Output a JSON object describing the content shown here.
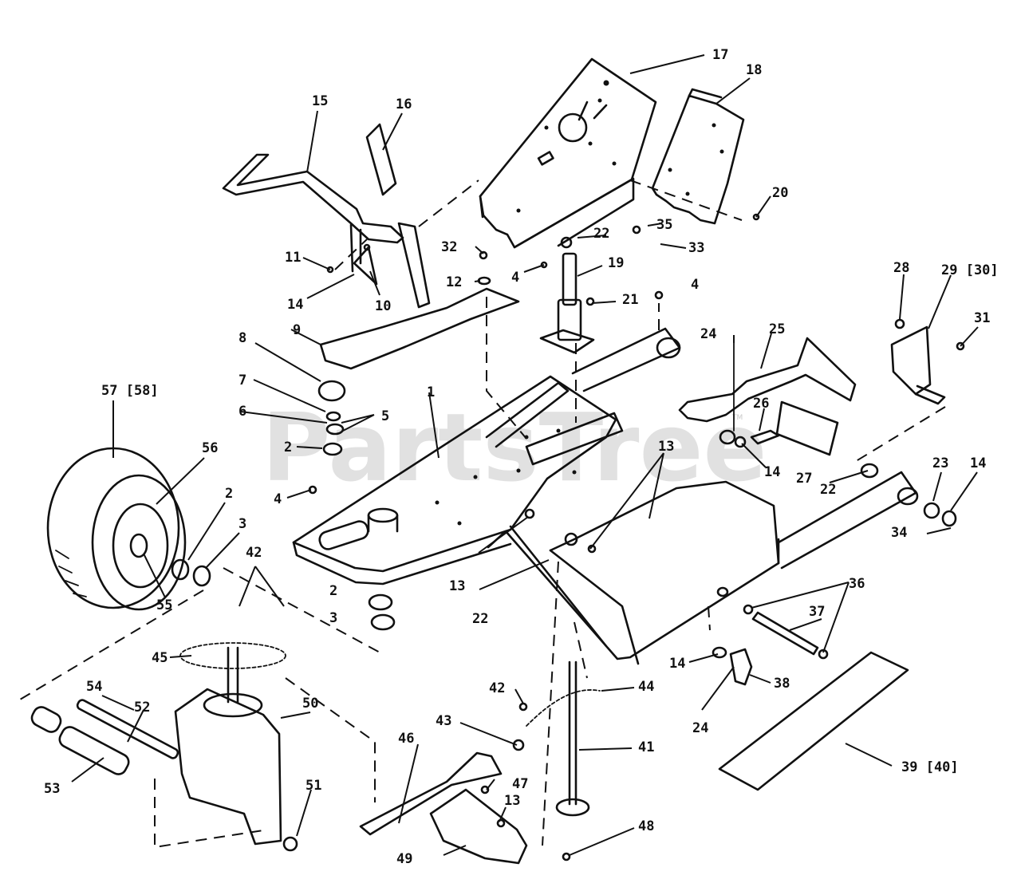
{
  "watermark": "PartsTree",
  "watermark_tm": "TM",
  "callouts": [
    {
      "id": "c1",
      "label": "1"
    },
    {
      "id": "c2a",
      "label": "2"
    },
    {
      "id": "c2b",
      "label": "2"
    },
    {
      "id": "c2c",
      "label": "2"
    },
    {
      "id": "c3a",
      "label": "3"
    },
    {
      "id": "c3b",
      "label": "3"
    },
    {
      "id": "c4a",
      "label": "4"
    },
    {
      "id": "c4b",
      "label": "4"
    },
    {
      "id": "c4c",
      "label": "4"
    },
    {
      "id": "c5",
      "label": "5"
    },
    {
      "id": "c6",
      "label": "6"
    },
    {
      "id": "c7",
      "label": "7"
    },
    {
      "id": "c8",
      "label": "8"
    },
    {
      "id": "c9",
      "label": "9"
    },
    {
      "id": "c10",
      "label": "10"
    },
    {
      "id": "c11",
      "label": "11"
    },
    {
      "id": "c12",
      "label": "12"
    },
    {
      "id": "c13a",
      "label": "13"
    },
    {
      "id": "c13b",
      "label": "13"
    },
    {
      "id": "c13c",
      "label": "13"
    },
    {
      "id": "c14a",
      "label": "14"
    },
    {
      "id": "c14b",
      "label": "14"
    },
    {
      "id": "c14c",
      "label": "14"
    },
    {
      "id": "c14d",
      "label": "14"
    },
    {
      "id": "c15",
      "label": "15"
    },
    {
      "id": "c16",
      "label": "16"
    },
    {
      "id": "c17",
      "label": "17"
    },
    {
      "id": "c18",
      "label": "18"
    },
    {
      "id": "c19",
      "label": "19"
    },
    {
      "id": "c20",
      "label": "20"
    },
    {
      "id": "c21",
      "label": "21"
    },
    {
      "id": "c22a",
      "label": "22"
    },
    {
      "id": "c22b",
      "label": "22"
    },
    {
      "id": "c22c",
      "label": "22"
    },
    {
      "id": "c23",
      "label": "23"
    },
    {
      "id": "c24a",
      "label": "24"
    },
    {
      "id": "c24b",
      "label": "24"
    },
    {
      "id": "c25",
      "label": "25"
    },
    {
      "id": "c26",
      "label": "26"
    },
    {
      "id": "c27",
      "label": "27"
    },
    {
      "id": "c28",
      "label": "28"
    },
    {
      "id": "c29",
      "label": "29 [30]"
    },
    {
      "id": "c31",
      "label": "31"
    },
    {
      "id": "c32",
      "label": "32"
    },
    {
      "id": "c33",
      "label": "33"
    },
    {
      "id": "c34",
      "label": "34"
    },
    {
      "id": "c35",
      "label": "35"
    },
    {
      "id": "c36",
      "label": "36"
    },
    {
      "id": "c37",
      "label": "37"
    },
    {
      "id": "c38",
      "label": "38"
    },
    {
      "id": "c39",
      "label": "39 [40]"
    },
    {
      "id": "c41",
      "label": "41"
    },
    {
      "id": "c42a",
      "label": "42"
    },
    {
      "id": "c42b",
      "label": "42"
    },
    {
      "id": "c43",
      "label": "43"
    },
    {
      "id": "c44",
      "label": "44"
    },
    {
      "id": "c45",
      "label": "45"
    },
    {
      "id": "c46",
      "label": "46"
    },
    {
      "id": "c47",
      "label": "47"
    },
    {
      "id": "c48",
      "label": "48"
    },
    {
      "id": "c49",
      "label": "49"
    },
    {
      "id": "c50",
      "label": "50"
    },
    {
      "id": "c51",
      "label": "51"
    },
    {
      "id": "c52",
      "label": "52"
    },
    {
      "id": "c53",
      "label": "53"
    },
    {
      "id": "c54",
      "label": "54"
    },
    {
      "id": "c55",
      "label": "55"
    },
    {
      "id": "c56",
      "label": "56"
    },
    {
      "id": "c57",
      "label": "57 [58]"
    }
  ]
}
